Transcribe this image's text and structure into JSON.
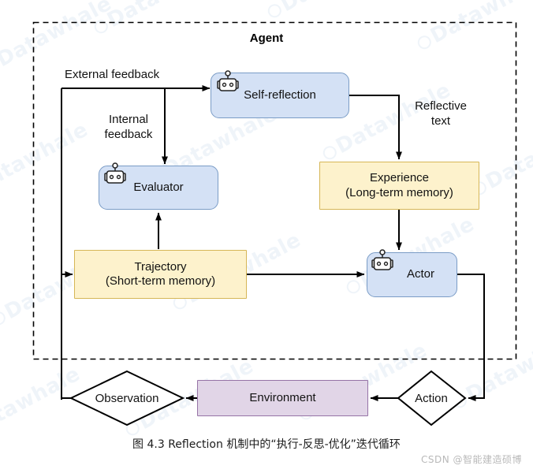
{
  "figure": {
    "container_label": "Agent",
    "caption": "图 4.3 Reflection 机制中的“执行-反思-优化”迭代循环",
    "watermark_brand": "Datawhale",
    "attribution": "CSDN @智能建造硕博"
  },
  "colors": {
    "blue_fill": "#d4e1f5",
    "blue_stroke": "#7a9cc6",
    "yellow_fill": "#fdf2cc",
    "yellow_stroke": "#d6b656",
    "purple_fill": "#e1d5e7",
    "purple_stroke": "#9673a6",
    "line": "#000000",
    "watermark": "#2f6fb8"
  },
  "nodes": {
    "self_reflection": {
      "label": "Self-reflection",
      "icon": "robot-icon",
      "shape": "rounded-rect",
      "style": "blue"
    },
    "evaluator": {
      "label": "Evaluator",
      "icon": "robot-icon",
      "shape": "rounded-rect",
      "style": "blue"
    },
    "actor": {
      "label": "Actor",
      "icon": "robot-icon",
      "shape": "rounded-rect",
      "style": "blue"
    },
    "experience": {
      "label": "Experience\n(Long-term memory)",
      "shape": "rect",
      "style": "yellow"
    },
    "trajectory": {
      "label": "Trajectory\n(Short-term memory)",
      "shape": "rect",
      "style": "yellow"
    },
    "environment": {
      "label": "Environment",
      "shape": "rect",
      "style": "purple"
    },
    "observation": {
      "label": "Observation",
      "shape": "diamond",
      "style": "white"
    },
    "action": {
      "label": "Action",
      "shape": "diamond",
      "style": "white"
    }
  },
  "edge_labels": {
    "external_feedback": "External feedback",
    "internal_feedback": "Internal\nfeedback",
    "reflective_text": "Reflective\ntext"
  }
}
